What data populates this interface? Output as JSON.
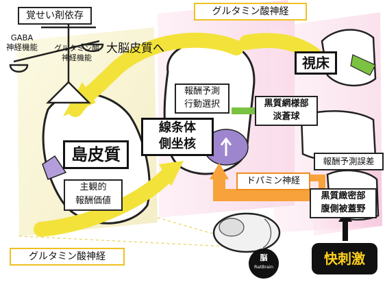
{
  "labels": {
    "dependency": "覚せい剤依存",
    "gaba": [
      "GABA",
      "神経機能"
    ],
    "glutamate_func": [
      "グルタミン酸",
      "神経機能"
    ],
    "cortex": "大脳皮質へ",
    "glutamate_top": "グルタミン酸神経",
    "thalamus": "視床",
    "reward_prediction": [
      "報酬予測",
      "行動選択"
    ],
    "snr_gp": [
      "黒質網様部",
      "淡蒼球"
    ],
    "striatum": [
      "線条体",
      "側坐核"
    ],
    "insula": "島皮質",
    "subjective_value": [
      "主観的",
      "報酬価値"
    ],
    "prediction_error": "報酬予測誤差",
    "dopamine": "ドパミン神経",
    "snc_vta": [
      "黒質緻密部",
      "腹側被蓋野"
    ],
    "glutamate_bottom": "グルタミン酸神経",
    "brain": "脳",
    "ratbrain": "RatBrain",
    "pleasure": "快刺激"
  },
  "colors": {
    "yellow_arrow": "#f3e23a",
    "orange_arrow": "#f7a23b",
    "green_arrow": "#7cc242",
    "pink_panel": "#f8d6e6",
    "cream_panel": "#f5f0c8",
    "purple_region": "#b39ddb"
  }
}
